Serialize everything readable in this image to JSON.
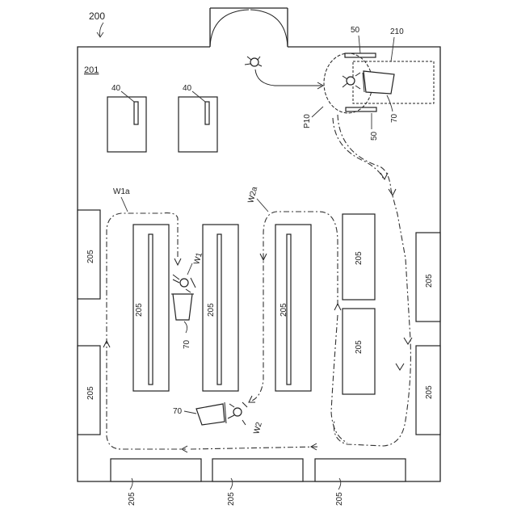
{
  "labels": {
    "figure_ref": "200",
    "area_ref": "201",
    "fixture_ref": "40",
    "gate_ref": "50",
    "zone_ref": "210",
    "cart_ref": "70",
    "point_ref": "P10",
    "shelf_ref": "205",
    "worker1": "W1",
    "worker2": "W2",
    "route1": "W1a",
    "route2": "W2a"
  }
}
